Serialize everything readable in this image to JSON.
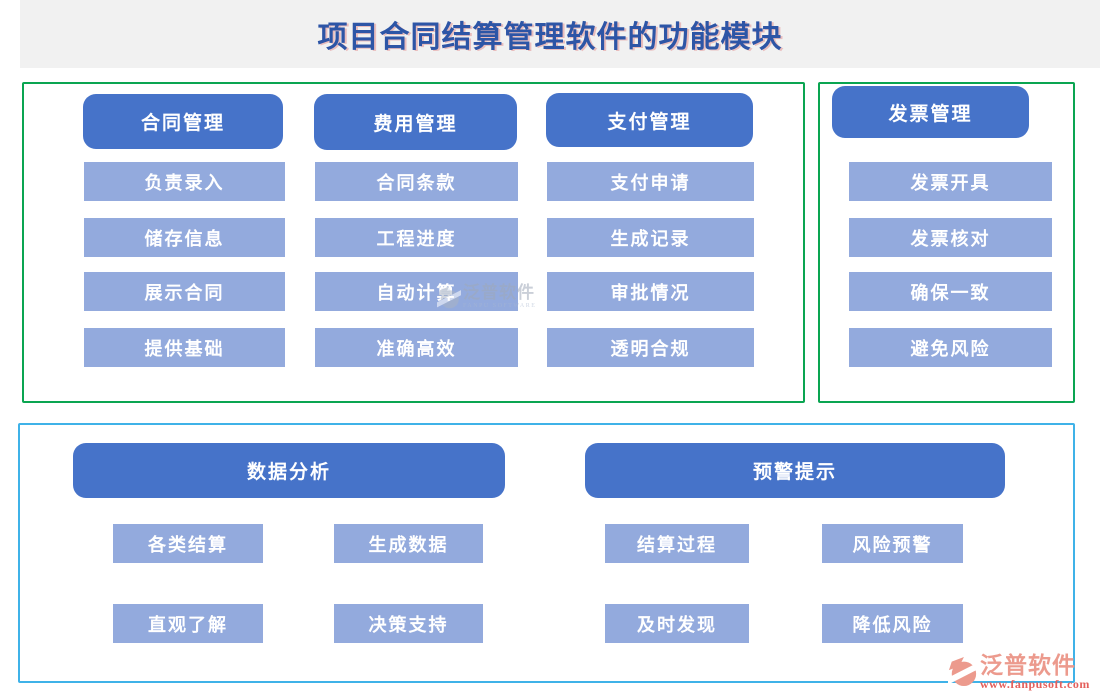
{
  "title": "项目合同结算管理软件的功能模块",
  "colors": {
    "header_blue": "#4673c9",
    "item_blue": "#93aadd",
    "top_box_border_green": "#0aa551",
    "bottom_box_border_cyan": "#3fb2e8",
    "title_blue": "#2d55a6",
    "brand_salmon": "#ec9a8d",
    "brand_red": "#e4605c"
  },
  "top_columns": [
    {
      "header": "合同管理",
      "items": [
        "负责录入",
        "储存信息",
        "展示合同",
        "提供基础"
      ]
    },
    {
      "header": "费用管理",
      "items": [
        "合同条款",
        "工程进度",
        "自动计算",
        "准确高效"
      ]
    },
    {
      "header": "支付管理",
      "items": [
        "支付申请",
        "生成记录",
        "审批情况",
        "透明合规"
      ]
    },
    {
      "header": "发票管理",
      "items": [
        "发票开具",
        "发票核对",
        "确保一致",
        "避免风险"
      ]
    }
  ],
  "bottom_groups": [
    {
      "header": "数据分析",
      "items": [
        "各类结算",
        "生成数据",
        "直观了解",
        "决策支持"
      ]
    },
    {
      "header": "预警提示",
      "items": [
        "结算过程",
        "风险预警",
        "及时发现",
        "降低风险"
      ]
    }
  ],
  "watermark": {
    "name": "泛普软件",
    "subtitle": "FANPU SOFTWARE"
  },
  "brand": {
    "name": "泛普软件",
    "website": "www.fanpusoft.com"
  }
}
